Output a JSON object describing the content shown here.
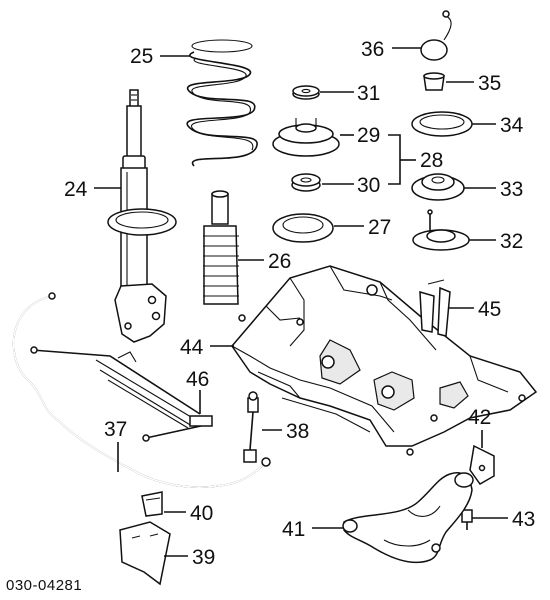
{
  "labels": {
    "p24": "24",
    "p25": "25",
    "p26": "26",
    "p27": "27",
    "p28": "28",
    "p29": "29",
    "p30": "30",
    "p31": "31",
    "p32": "32",
    "p33": "33",
    "p34": "34",
    "p35": "35",
    "p36": "36",
    "p37": "37",
    "p38": "38",
    "p39": "39",
    "p40": "40",
    "p41": "41",
    "p42": "42",
    "p43": "43",
    "p44": "44",
    "p45": "45",
    "p46": "46"
  },
  "diagram_code": "030-04281"
}
